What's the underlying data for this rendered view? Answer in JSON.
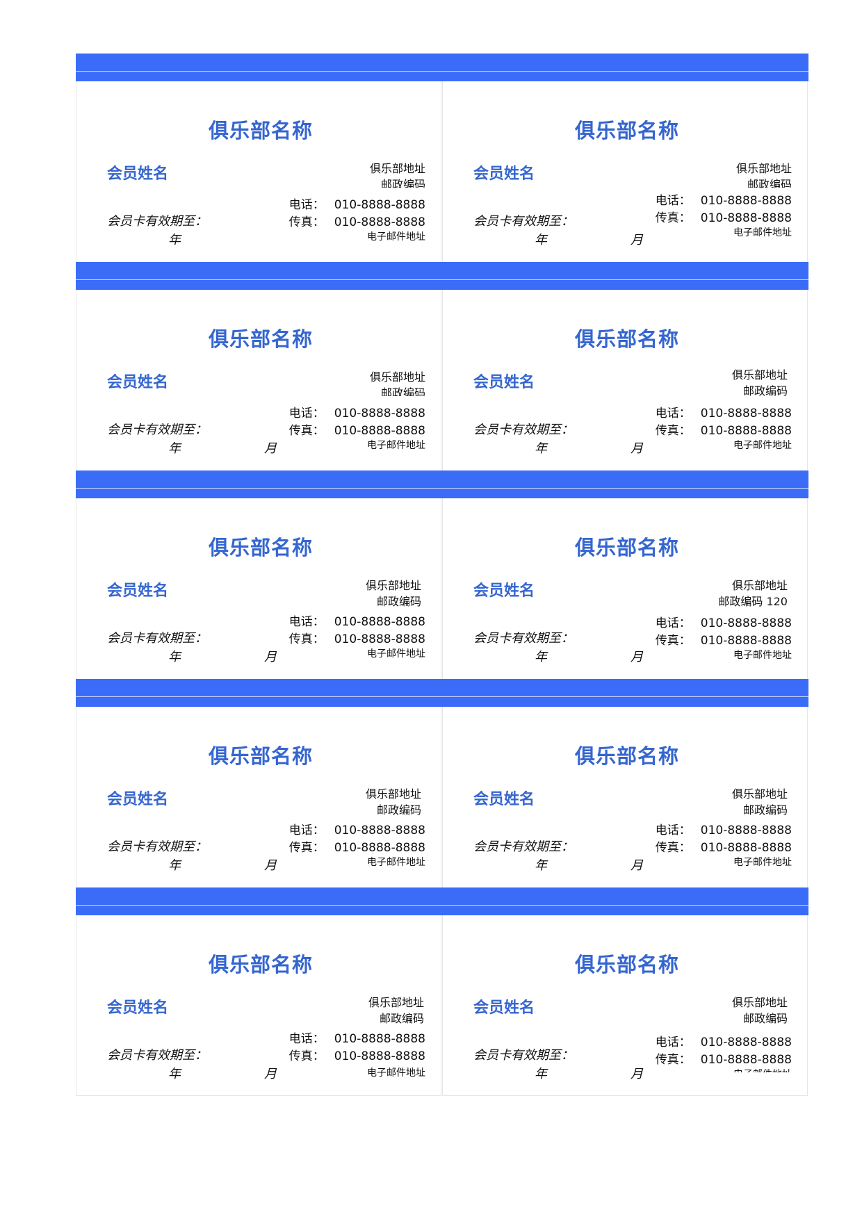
{
  "cards": [
    {
      "club_name": "俱乐部名称",
      "member_name": "会员姓名",
      "address": "俱乐部地址",
      "postcode": "邮政编码",
      "tel_label": "电话：",
      "tel": "010-8888-8888",
      "fax_label": "传真：",
      "fax": "010-8888-8888",
      "email": "电子邮件地址",
      "expiry_label": "会员卡有效期至：",
      "year_label": "年",
      "month_label": ""
    },
    {
      "club_name": "俱乐部名称",
      "member_name": "会员姓名",
      "address": "俱乐部地址",
      "postcode": "邮政编码",
      "tel_label": "电话：",
      "tel": "010-8888-8888",
      "fax_label": "传真：",
      "fax": "010-8888-8888",
      "email": "电子邮件地址",
      "expiry_label": "会员卡有效期至：",
      "year_label": "年",
      "month_label": "月"
    },
    {
      "club_name": "俱乐部名称",
      "member_name": "会员姓名",
      "address": "俱乐部地址",
      "postcode": "邮政编码",
      "tel_label": "电话：",
      "tel": "010-8888-8888",
      "fax_label": "传真：",
      "fax": "010-8888-8888",
      "email": "电子邮件地址",
      "expiry_label": "会员卡有效期至：",
      "year_label": "年",
      "month_label": "月"
    },
    {
      "club_name": "俱乐部名称",
      "member_name": "会员姓名",
      "address": "俱乐部地址",
      "postcode": "邮政编码",
      "tel_label": "电话：",
      "tel": "010-8888-8888",
      "fax_label": "传真：",
      "fax": "010-8888-8888",
      "email": "电子邮件地址",
      "expiry_label": "会员卡有效期至：",
      "year_label": "年",
      "month_label": "月"
    },
    {
      "club_name": "俱乐部名称",
      "member_name": "会员姓名",
      "address": "俱乐部地址",
      "postcode": "邮政编码",
      "tel_label": "电话：",
      "tel": "010-8888-8888",
      "fax_label": "传真：",
      "fax": "010-8888-8888",
      "email": "电子邮件地址",
      "expiry_label": "会员卡有效期至：",
      "year_label": "年",
      "month_label": "月"
    },
    {
      "club_name": "俱乐部名称",
      "member_name": "会员姓名",
      "address": "俱乐部地址",
      "postcode": "邮政编码 120",
      "tel_label": "电话：",
      "tel": "010-8888-8888",
      "fax_label": "传真：",
      "fax": "010-8888-8888",
      "email": "电子邮件地址",
      "expiry_label": "会员卡有效期至：",
      "year_label": "年",
      "month_label": "月"
    },
    {
      "club_name": "俱乐部名称",
      "member_name": "会员姓名",
      "address": "俱乐部地址",
      "postcode": "邮政编码",
      "tel_label": "电话：",
      "tel": "010-8888-8888",
      "fax_label": "传真：",
      "fax": "010-8888-8888",
      "email": "电子邮件地址",
      "expiry_label": "会员卡有效期至：",
      "year_label": "年",
      "month_label": "月"
    },
    {
      "club_name": "俱乐部名称",
      "member_name": "会员姓名",
      "address": "俱乐部地址",
      "postcode": "邮政编码",
      "tel_label": "电话：",
      "tel": "010-8888-8888",
      "fax_label": "传真：",
      "fax": "010-8888-8888",
      "email": "电子邮件地址",
      "expiry_label": "会员卡有效期至：",
      "year_label": "年",
      "month_label": "月"
    },
    {
      "club_name": "俱乐部名称",
      "member_name": "会员姓名",
      "address": "俱乐部地址",
      "postcode": "邮政编码",
      "tel_label": "电话：",
      "tel": "010-8888-8888",
      "fax_label": "传真：",
      "fax": "010-8888-8888",
      "email": "电子邮件地址",
      "expiry_label": "会员卡有效期至：",
      "year_label": "年",
      "month_label": "月"
    },
    {
      "club_name": "俱乐部名称",
      "member_name": "会员姓名",
      "address": "俱乐部地址",
      "postcode": "邮政编码",
      "tel_label": "电话：",
      "tel": "010-8888-8888",
      "fax_label": "传真：",
      "fax": "010-8888-8888",
      "email": "电子邮件地址",
      "expiry_label": "会员卡有效期至：",
      "year_label": "年",
      "month_label": "月"
    }
  ]
}
